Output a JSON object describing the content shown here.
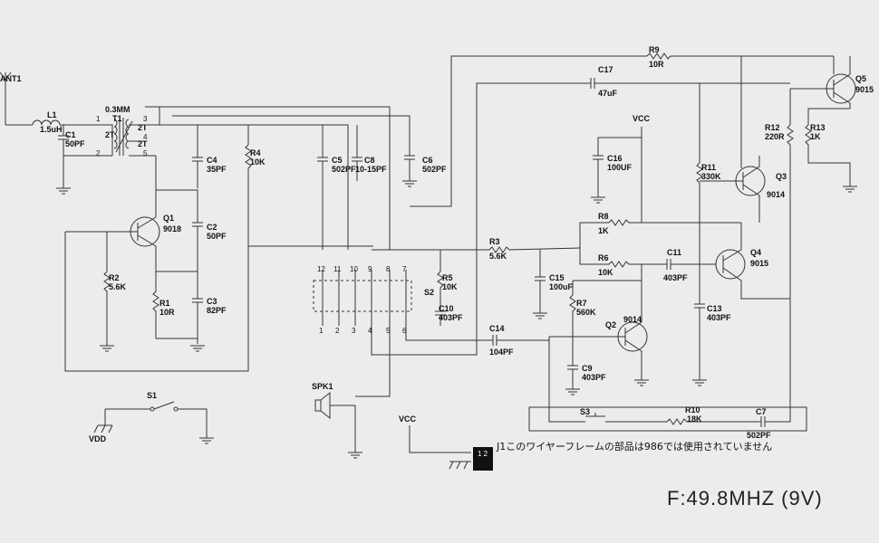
{
  "labels": {
    "ant": "ANT1",
    "l1": "L1",
    "l1v": "1.5uH",
    "c1": "C1",
    "c1v": "50PF",
    "t1": "T1",
    "t1wire": "0.3MM",
    "t1_2t_a": "2T",
    "t1_2t_b": "2T",
    "t1_2t_c": "2T",
    "t1p1": "1",
    "t1p2": "2",
    "t1p3": "3",
    "t1p4": "4",
    "t1p5": "5",
    "c4": "C4",
    "c4v": "35PF",
    "r4": "R4",
    "r4v": "10K",
    "c5": "C5",
    "c5v": "502PF",
    "c8": "C8",
    "c8v": "10-15PF",
    "c6": "C6",
    "c6v": "502PF",
    "q1": "Q1",
    "q1v": "9018",
    "c2": "C2",
    "c2v": "50PF",
    "r2": "R2",
    "r2v": "5.6K",
    "r1": "R1",
    "r1v": "10R",
    "c3": "C3",
    "c3v": "82PF",
    "s1": "S1",
    "vdd": "VDD",
    "spk": "SPK1",
    "vcc1": "VCC",
    "vcc2": "VCC",
    "c17": "C17",
    "c17v": "47uF",
    "r9": "R9",
    "r9v": "10R",
    "q5": "Q5",
    "q5v": "9015",
    "r12": "R12",
    "r12v": "220R",
    "r13": "R13",
    "r13v": "1K",
    "c16": "C16",
    "c16v": "100UF",
    "r11": "R11",
    "r11v": "330K",
    "q3": "Q3",
    "q3v": "9014",
    "r8": "R8",
    "r8v": "1K",
    "r3": "R3",
    "r3v": "5.6K",
    "r6": "R6",
    "r6v": "10K",
    "c11": "C11",
    "c11v": "403PF",
    "q4": "Q4",
    "q4v": "9015",
    "r5": "R5",
    "r5v": "10K",
    "s2": "S2",
    "c10": "C10",
    "c10v": "403PF",
    "c15": "C15",
    "c15v": "100uF",
    "r7": "R7",
    "r7v": "560K",
    "c13": "C13",
    "c13v": "403PF",
    "c14": "C14",
    "c14v": "104PF",
    "q2": "Q2",
    "q2v": "9014",
    "c9": "C9",
    "c9v": "403PF",
    "s3": "S3",
    "r10": "R10",
    "r10v": "18K",
    "c7": "C7",
    "c7v": "502PF",
    "j1_note": "J1このワイヤーフレームの部品は986では使用されていません",
    "j1_pins": "1 2",
    "freq": "F:49.8MHZ (9V)"
  },
  "switch_pins_top": [
    "12",
    "11",
    "10",
    "9",
    "8",
    "7"
  ],
  "switch_pins_bottom": [
    "1",
    "2",
    "3",
    "4",
    "5",
    "6"
  ]
}
